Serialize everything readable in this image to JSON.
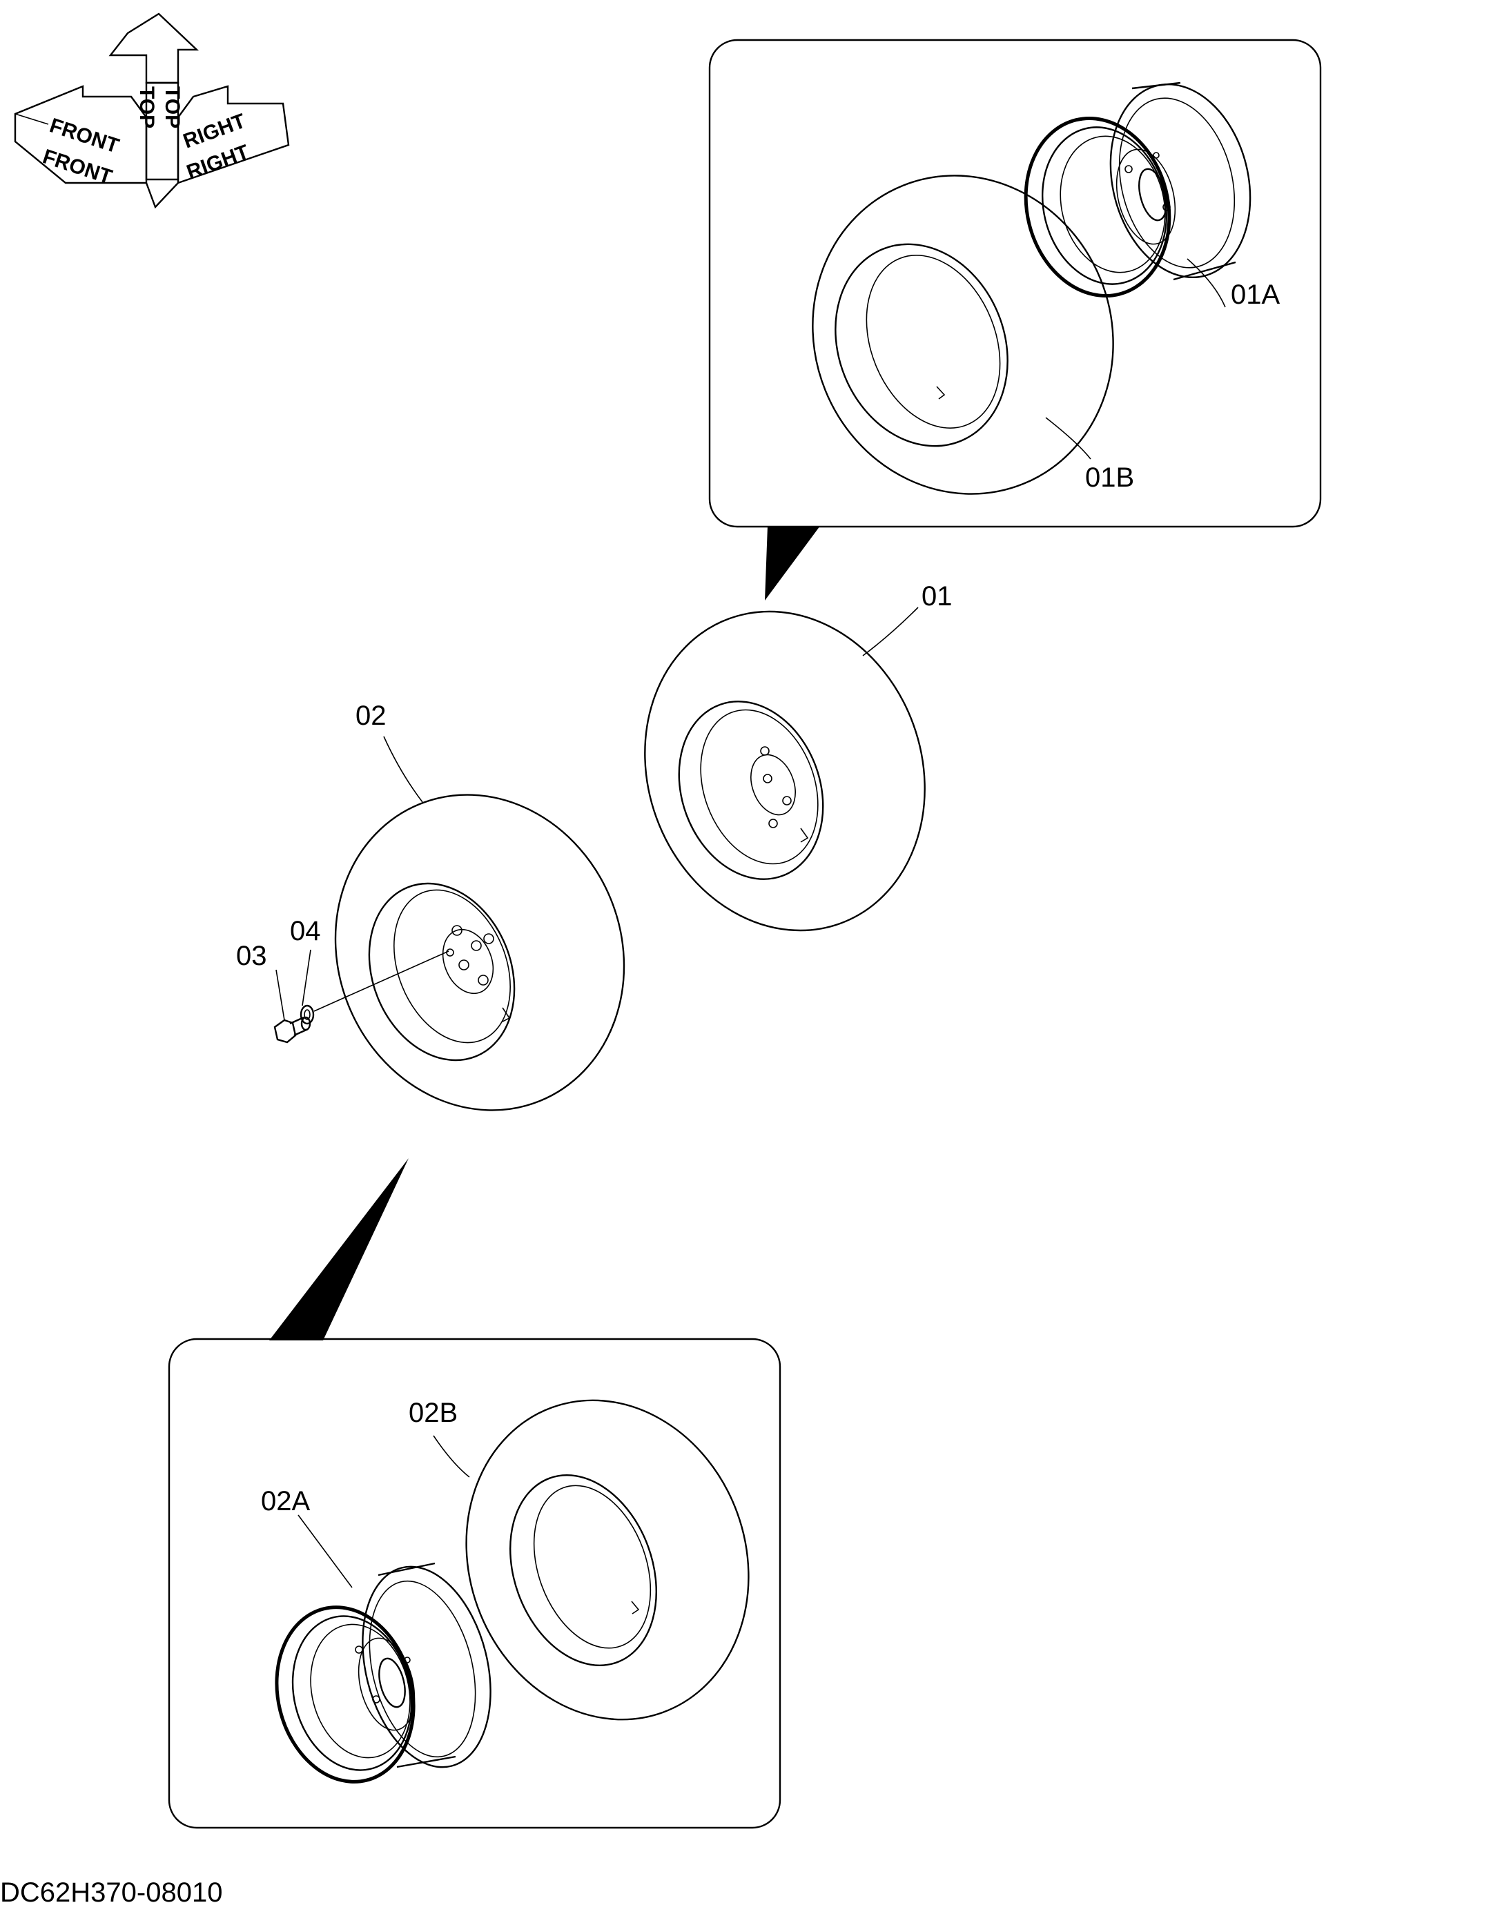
{
  "orientation": {
    "front": "FRONT",
    "top": "TOP",
    "right": "RIGHT"
  },
  "callouts": {
    "p01": "01",
    "p01A": "01A",
    "p01B": "01B",
    "p02": "02",
    "p02A": "02A",
    "p02B": "02B",
    "p03": "03",
    "p04": "04"
  },
  "drawing_id": "DC62H370-08010"
}
